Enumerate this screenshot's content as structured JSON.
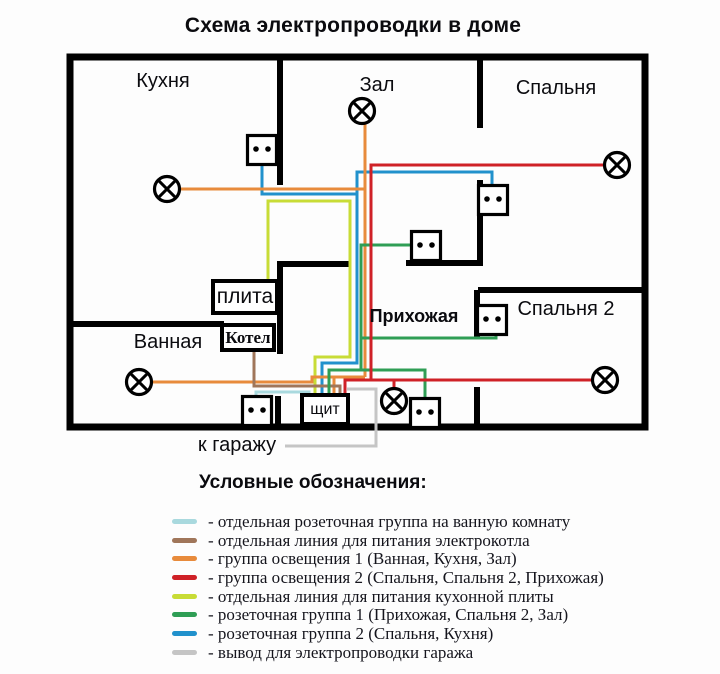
{
  "title": "Схема электропроводки в доме",
  "rooms": {
    "kitchen": "Кухня",
    "hall": "Зал",
    "bedroom": "Спальня",
    "bathroom": "Ванная",
    "hallway": "Прихожая",
    "bedroom2": "Спальня 2"
  },
  "devices": {
    "stove": "плита",
    "boiler": "Котел",
    "panel": "щит",
    "garage_note": "к гаражу"
  },
  "legend": {
    "header": "Условные обозначения:",
    "items": [
      {
        "color_key": "lightblue",
        "label": "- отдельная розеточная группа на ванную комнату"
      },
      {
        "color_key": "brown",
        "label": "- отдельная линия для питания электрокотла"
      },
      {
        "color_key": "orange",
        "label": "- группа освещения 1 (Ванная, Кухня, Зал)"
      },
      {
        "color_key": "red",
        "label": "- группа освещения 2 (Спальня, Спальня 2, Прихожая)"
      },
      {
        "color_key": "lime",
        "label": "- отдельная линия для питания кухонной плиты"
      },
      {
        "color_key": "green",
        "label": "- розеточная группа 1 (Прихожая, Спальня 2, Зал)"
      },
      {
        "color_key": "blue",
        "label": "- розеточная группа 2 (Спальня, Кухня)"
      },
      {
        "color_key": "gray",
        "label": "- вывод для электропроводки гаража"
      }
    ]
  },
  "colors": {
    "lightblue": "#a9d9de",
    "brown": "#a0765a",
    "orange": "#e88b3c",
    "red": "#cf2127",
    "lime": "#c8dc36",
    "green": "#2f9e55",
    "blue": "#2191cc",
    "gray": "#c5c5c5",
    "wall": "#000000"
  }
}
